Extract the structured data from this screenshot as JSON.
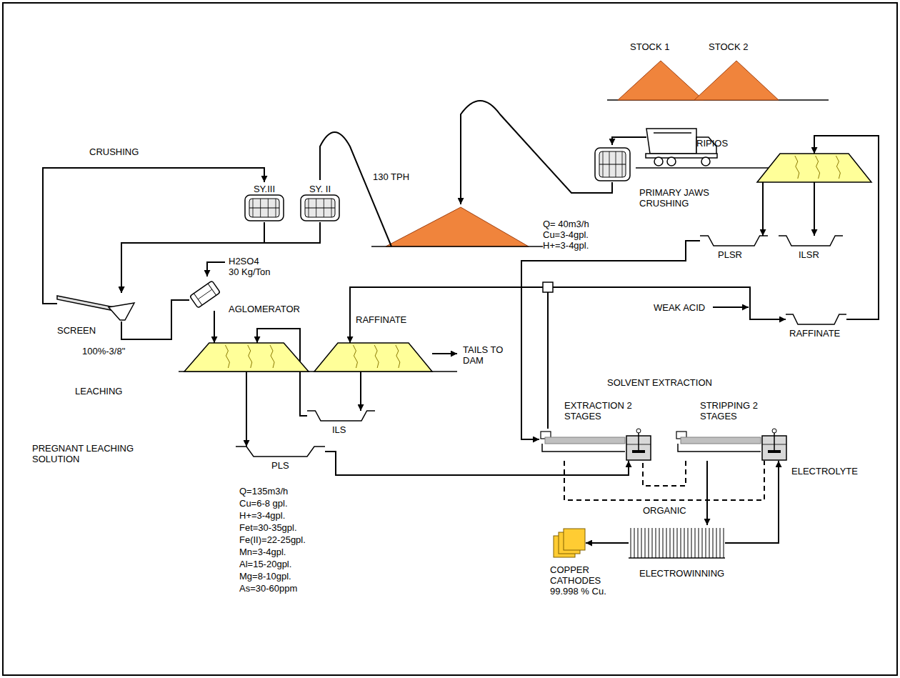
{
  "diagram": {
    "nodes": [
      {
        "text": [
          "STOCK 1"
        ]
      },
      {
        "text": [
          "STOCK 2"
        ]
      },
      {
        "text": [
          "PRIMARY JAWS CRUSHING"
        ]
      },
      {
        "text": [
          "SY.III"
        ]
      },
      {
        "text": [
          "SY. II"
        ]
      },
      {
        "text": [
          "RIPIOS"
        ]
      },
      {
        "text": [
          "SCREEN"
        ]
      },
      {
        "text": [
          "AGLOMERATOR"
        ]
      },
      {
        "text": [
          "PLSR"
        ]
      },
      {
        "text": [
          "ILSR"
        ]
      },
      {
        "text": [
          "RAFFINATE"
        ]
      },
      {
        "text": [
          "LEACHING"
        ]
      },
      {
        "text": [
          "RAFFINATE"
        ]
      },
      {
        "text": [
          "ILS"
        ]
      },
      {
        "text": [
          "PREGNANT LEACHING SOLUTION",
          "PLS"
        ]
      },
      {
        "text": [
          "EXTRACTION 2 STAGES"
        ]
      },
      {
        "text": [
          "STRIPPING 2 STAGES"
        ]
      },
      {
        "text": [
          "ELECTROWINNING"
        ]
      },
      {
        "text": [
          "COPPER CATHODES 99.998 % Cu."
        ]
      }
    ],
    "edges": [
      {
        "from": 4,
        "to": 6,
        "arrow": "to"
      },
      {
        "from": 3,
        "to": 6,
        "arrow": "to"
      },
      {
        "from": 6,
        "to": 3,
        "arrow": "to"
      },
      {
        "from": 6,
        "to": 7,
        "arrow": "none"
      },
      {
        "from": 7,
        "to": 11,
        "arrow": "to"
      },
      {
        "from": 11,
        "to": 14,
        "arrow": "to"
      },
      {
        "from": 12,
        "to": 13,
        "arrow": "to"
      },
      {
        "from": 13,
        "to": 11,
        "arrow": "to"
      },
      {
        "from": 14,
        "to": 15,
        "arrow": "to"
      },
      {
        "from": 8,
        "to": 15,
        "arrow": "to"
      },
      {
        "from": 15,
        "to": 12,
        "arrow": "to"
      },
      {
        "from": 15,
        "to": 10,
        "arrow": "to"
      },
      {
        "from": 10,
        "to": 5,
        "arrow": "to"
      },
      {
        "from": 5,
        "to": 8,
        "arrow": "to"
      },
      {
        "from": 5,
        "to": 9,
        "arrow": "to"
      },
      {
        "from": 15,
        "to": 16,
        "arrow": "none"
      },
      {
        "from": 16,
        "to": 15,
        "arrow": "none"
      },
      {
        "from": 16,
        "to": 17,
        "arrow": "to"
      },
      {
        "from": 17,
        "to": 16,
        "arrow": "to"
      },
      {
        "from": 17,
        "to": 18,
        "arrow": "to"
      }
    ],
    "labels": [
      "CRUSHING",
      "130 TPH",
      "H2SO4",
      "30 Kg/Ton",
      "100%-3/8\"",
      "Q= 40m3/h",
      "Cu=3-4gpl.",
      "H+=3-4gpl.",
      "WEAK ACID",
      "TAILS TO",
      "DAM",
      "SOLVENT EXTRACTION",
      "ORGANIC",
      "ELECTROLYTE",
      "Q=135m3/h",
      "Cu=6-8 gpl.",
      "H+=3-4gpl.",
      "Fet=30-35gpl.",
      "Fe(II)=22-25gpl.",
      "Mn=3-4gpl.",
      "Al=15-20gpl.",
      "Mg=8-10gpl.",
      "As=30-60ppm"
    ]
  }
}
